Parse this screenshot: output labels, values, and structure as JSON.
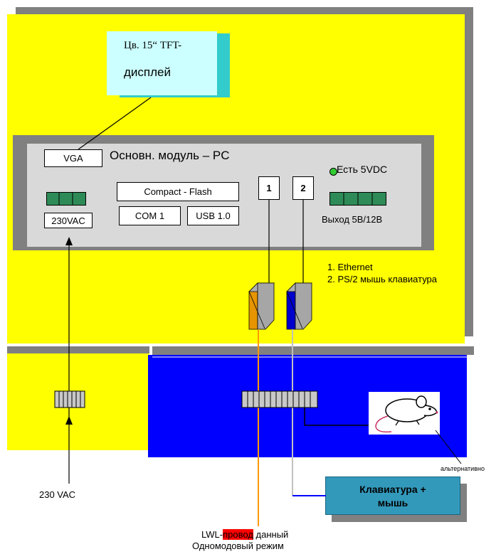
{
  "display": {
    "line1": "Цв. 15“ TFT-",
    "line2": "дисплей"
  },
  "module": {
    "title": "Основн. модуль – PC",
    "vga": "VGA",
    "compact_flash": "Compact - Flash",
    "com1": "COM 1",
    "usb": "USB 1.0",
    "power_in": "230VAC",
    "status": "Есть 5VDC",
    "power_out": "Выход 5В/12В",
    "port1": "1",
    "port2": "2"
  },
  "legend": {
    "item1": "1. Ethernet",
    "item2": "2. PS/2 мышь клавиатура"
  },
  "bottom": {
    "power_label": "230 VAC",
    "alt_label": "альтернативно",
    "keyboard_line1": "Клавиатура +",
    "keyboard_line2": "мышь",
    "fiber_prefix": "LWL-",
    "fiber_highlight": "провод",
    "fiber_suffix": " данный",
    "fiber_line2": "Одномодовый режим"
  },
  "colors": {
    "yellow": "#ffff00",
    "blue": "#0000ff",
    "gray": "#808080",
    "module_gray": "#d9d9d9",
    "green": "#2e8b57",
    "led_green": "#33cc33",
    "display_face": "#ccffff",
    "display_shadow": "#33cccc",
    "keyboard": "#3399bb",
    "highlight_red": "#ff0000",
    "fiber_orange": "#ff9900"
  }
}
